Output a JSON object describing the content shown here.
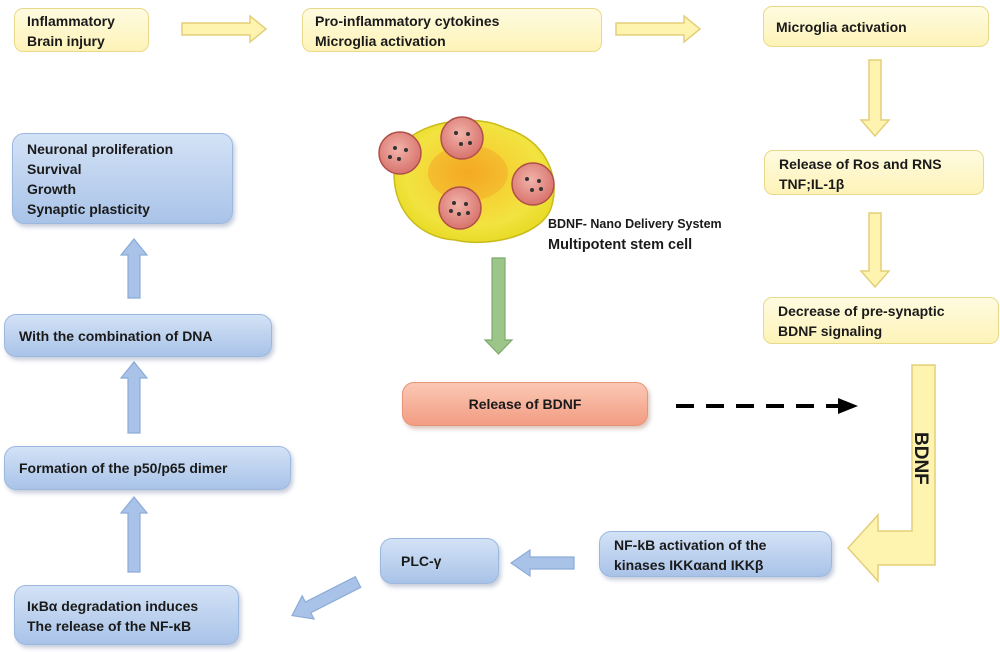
{
  "nodes": {
    "inflammatory": [
      "Inflammatory",
      "Brain injury"
    ],
    "cytokines": [
      "Pro-inflammatory cytokines",
      "Microglia  activation"
    ],
    "microglia": [
      "Microglia  activation"
    ],
    "ros": [
      "Release of Ros and RNS",
      "TNF;IL-1β"
    ],
    "decrease": [
      "Decrease of pre-synaptic",
      " BDNF signaling"
    ],
    "nfkb_activation": [
      "NF-kB activation of the",
      "kinases IKKαand IKKβ"
    ],
    "plc": [
      "PLC-γ"
    ],
    "ikb": [
      "IκBα degradation induces",
      "The release of the NF-κB"
    ],
    "dimer": [
      "Formation of the p50/p65 dimer"
    ],
    "dna": [
      "With the combination of DNA"
    ],
    "proliferation": [
      "Neuronal proliferation",
      "Survival",
      "Growth",
      "Synaptic plasticity"
    ],
    "release_bdnf": [
      "Release of BDNF"
    ]
  },
  "nano": {
    "label1": "BDNF- Nano Delivery System",
    "label2": "Multipotent  stem cell"
  },
  "bdnf_arrow_label": "BDNF",
  "colors": {
    "yellow_fill": "#fdf3b8",
    "yellow_arrow": "#fff3b0",
    "blue_fill": "#b8cfee",
    "blue_arrow": "#a9c3e8",
    "salmon_fill": "#f4a58b",
    "green_arrow": "#9cc58a",
    "nano_cell": "#f2e340",
    "nanoparticle": "#d97c7a"
  }
}
